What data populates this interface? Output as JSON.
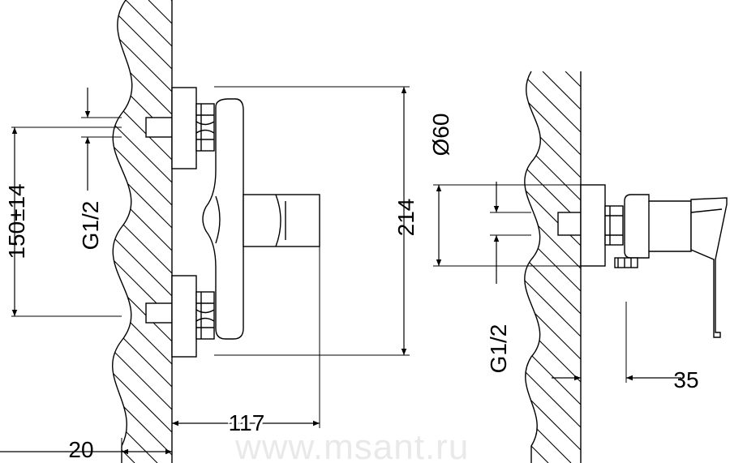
{
  "colors": {
    "line": "#000000",
    "watermark": "#e9e9e9",
    "background": "#ffffff"
  },
  "front_view": {
    "dim_spacing": "150±14",
    "dim_thread": "G1/2",
    "dim_height": "214",
    "dim_depth": "117",
    "dim_wall": "20"
  },
  "side_view": {
    "dim_diameter": "Ø60",
    "dim_thread": "G1/2",
    "dim_offset": "35"
  },
  "watermark": "www.msant.ru"
}
